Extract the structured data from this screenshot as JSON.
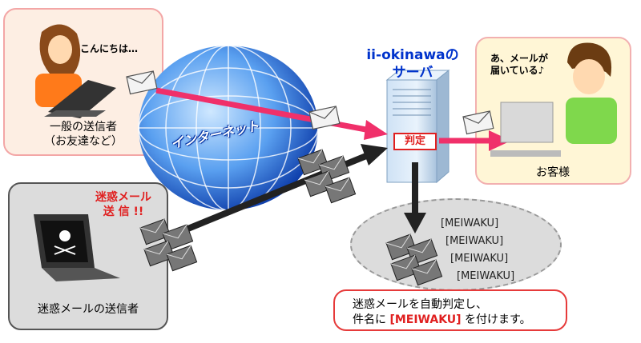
{
  "sender": {
    "speech": "こんにちは…",
    "label_line1": "一般の送信者",
    "label_line2": "（お友達など）"
  },
  "spammer": {
    "warning_line1": "迷惑メール",
    "warning_line2": "送 信 !!",
    "label": "迷惑メールの送信者"
  },
  "internet": {
    "label": "インターネット"
  },
  "server": {
    "title_line1": "ii-okinawaの",
    "title_line2": "サーバ",
    "judge_label": "判定"
  },
  "customer": {
    "speech_line1": "あ、メールが",
    "speech_line2": "届いている♪",
    "label": "お客様"
  },
  "results": {
    "items": [
      "[MEIWAKU]",
      "[MEIWAKU]",
      "[MEIWAKU]",
      "[MEIWAKU]"
    ]
  },
  "note": {
    "line1": "迷惑メールを自動判定し、",
    "line2_prefix": "件名に",
    "line2_tag": "[MEIWAKU]",
    "line2_suffix": "を付けます。"
  },
  "colors": {
    "normal_arrow": "#f0306a",
    "spam_arrow": "#222222",
    "accent_red": "#e02020",
    "server_title": "#0033cc"
  }
}
